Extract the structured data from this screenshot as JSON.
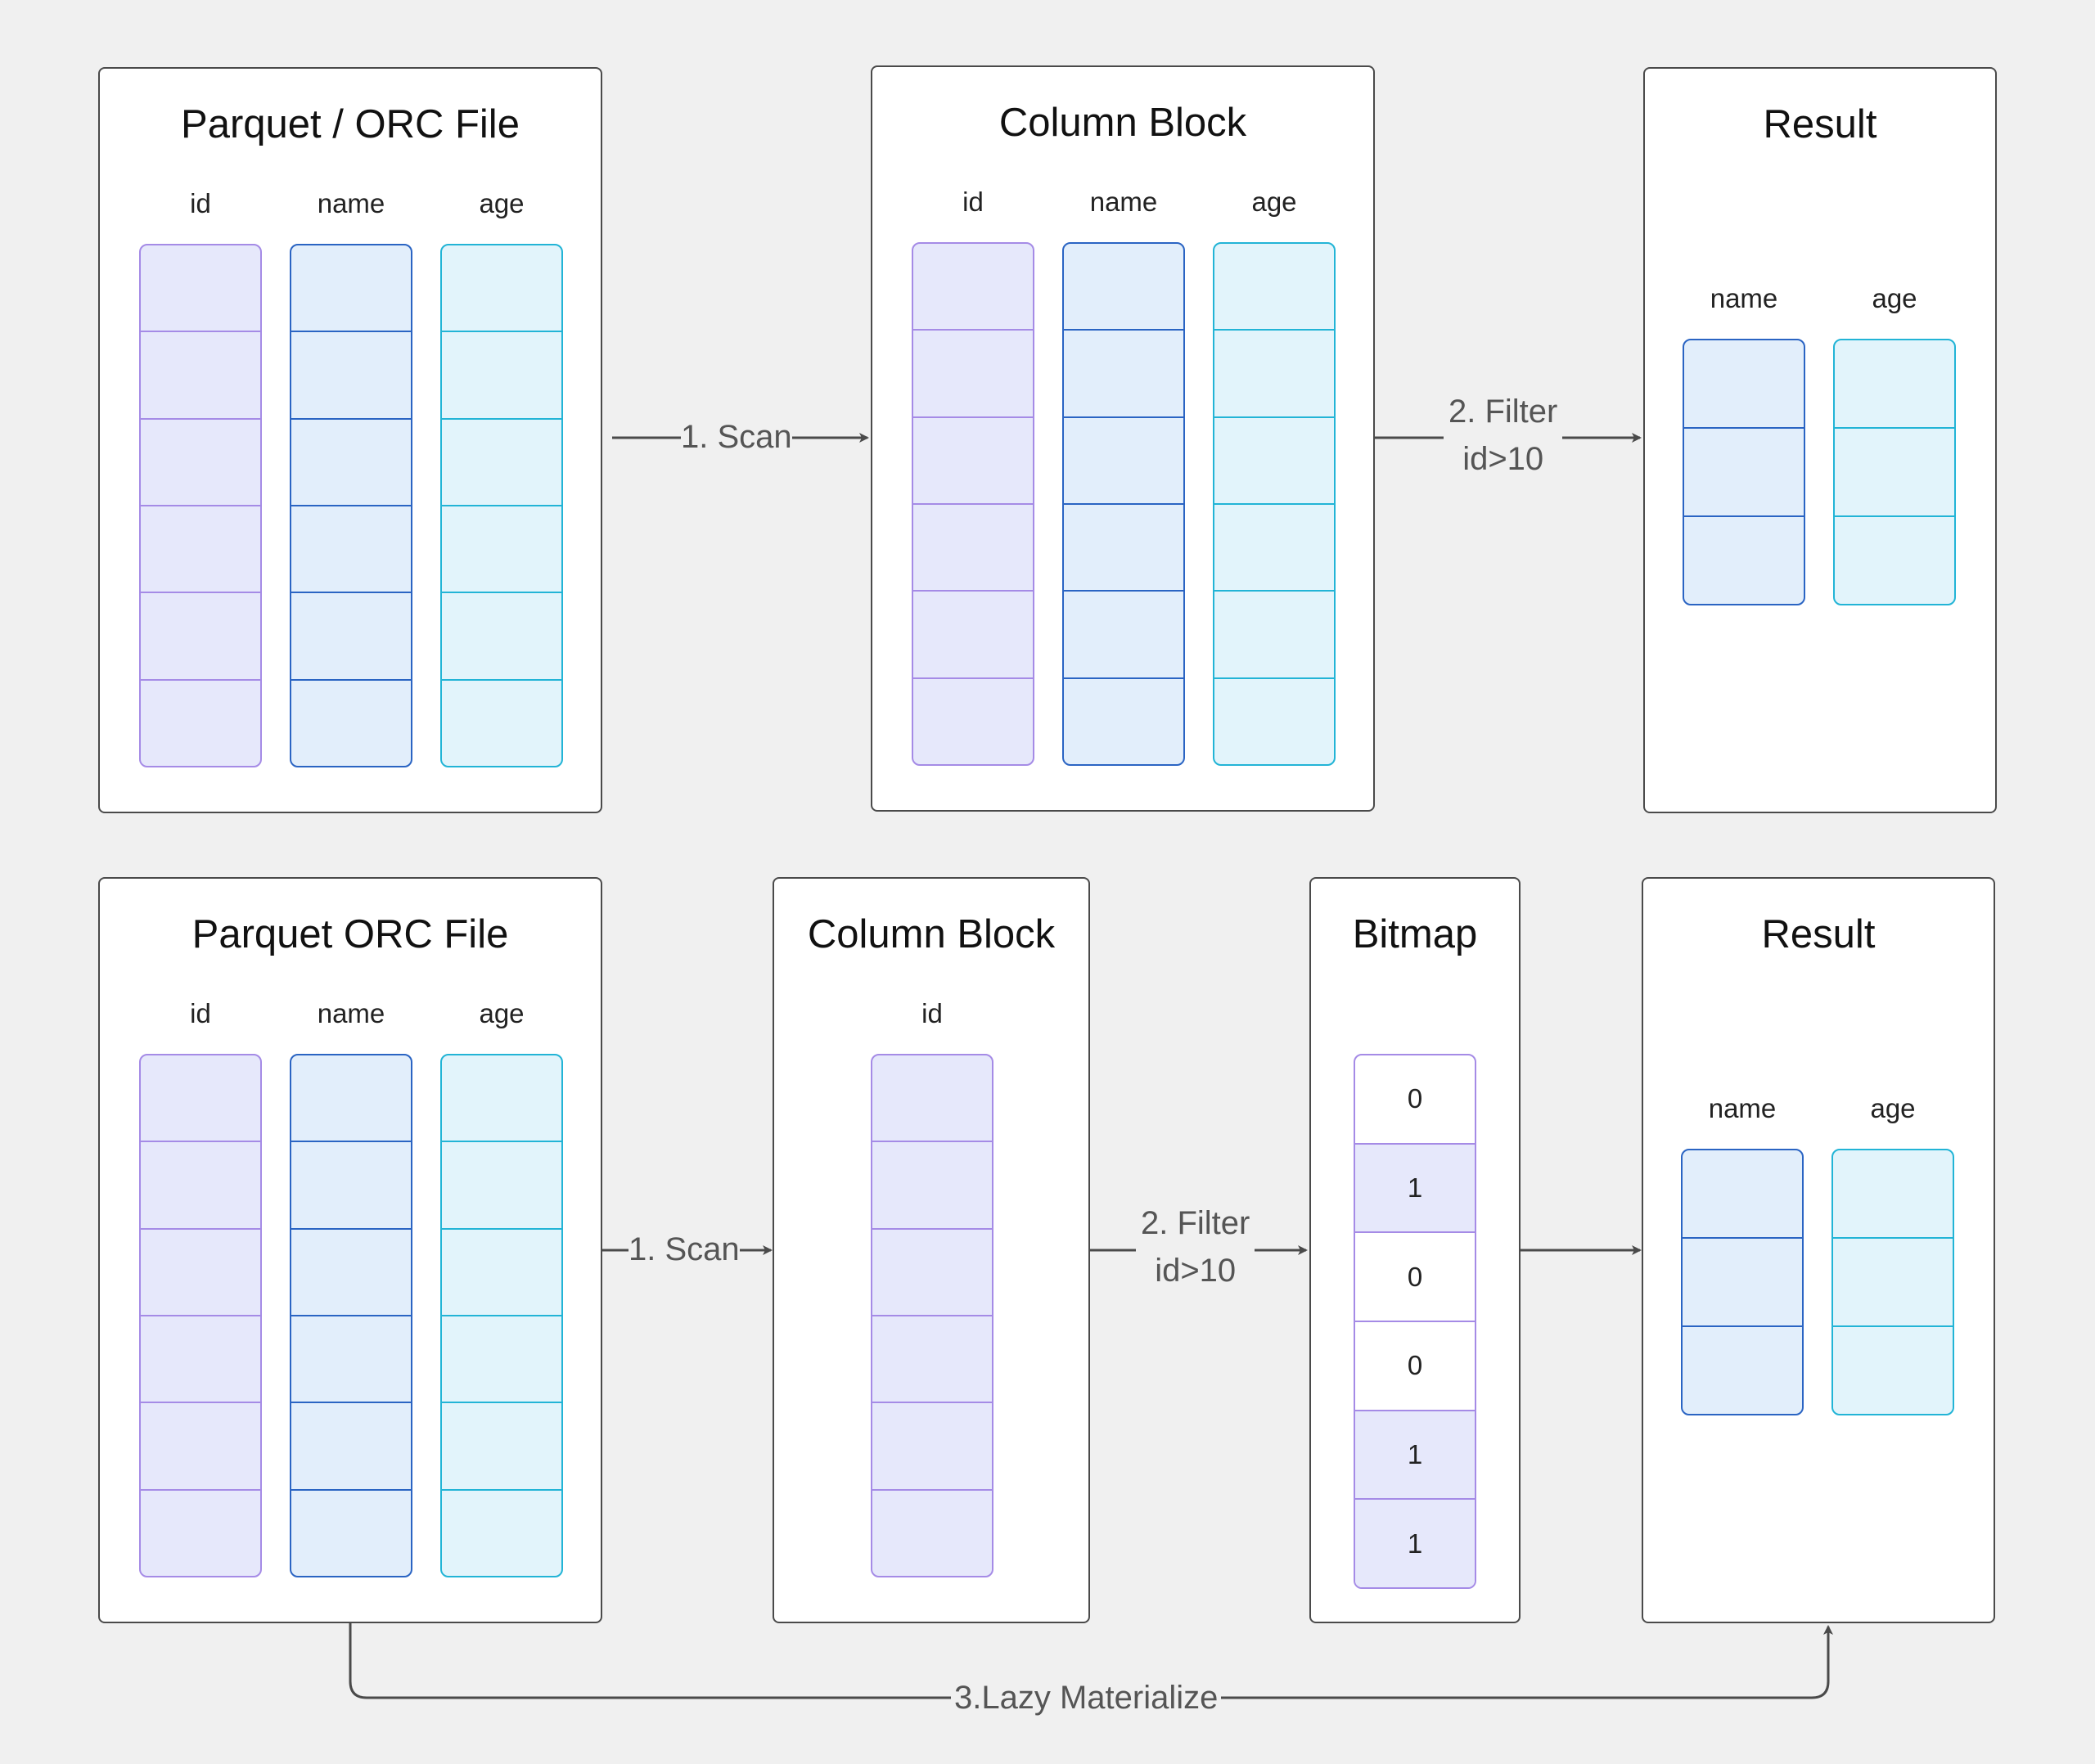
{
  "top_row": {
    "source": {
      "title": "Parquet / ORC File",
      "columns": [
        "id",
        "name",
        "age"
      ]
    },
    "block": {
      "title": "Column Block",
      "columns": [
        "id",
        "name",
        "age"
      ]
    },
    "result": {
      "title": "Result",
      "columns": [
        "name",
        "age"
      ]
    },
    "scan_label": "1. Scan",
    "filter_label_1": "2. Filter",
    "filter_label_2": "id>10"
  },
  "bottom_row": {
    "source": {
      "title": "Parquet ORC File",
      "columns": [
        "id",
        "name",
        "age"
      ]
    },
    "block": {
      "title": "Column Block",
      "columns": [
        "id"
      ]
    },
    "bitmap": {
      "title": "Bitmap",
      "bits": [
        "0",
        "1",
        "0",
        "0",
        "1",
        "1"
      ]
    },
    "result": {
      "title": "Result",
      "columns": [
        "name",
        "age"
      ]
    },
    "scan_label": "1. Scan",
    "filter_label_1": "2. Filter",
    "filter_label_2": "id>10",
    "materialize_label": "3.Lazy Materialize"
  },
  "colors": {
    "id": "#a58be6",
    "name": "#2a64c3",
    "age": "#22b4d6",
    "stroke": "#4a4a4a"
  }
}
